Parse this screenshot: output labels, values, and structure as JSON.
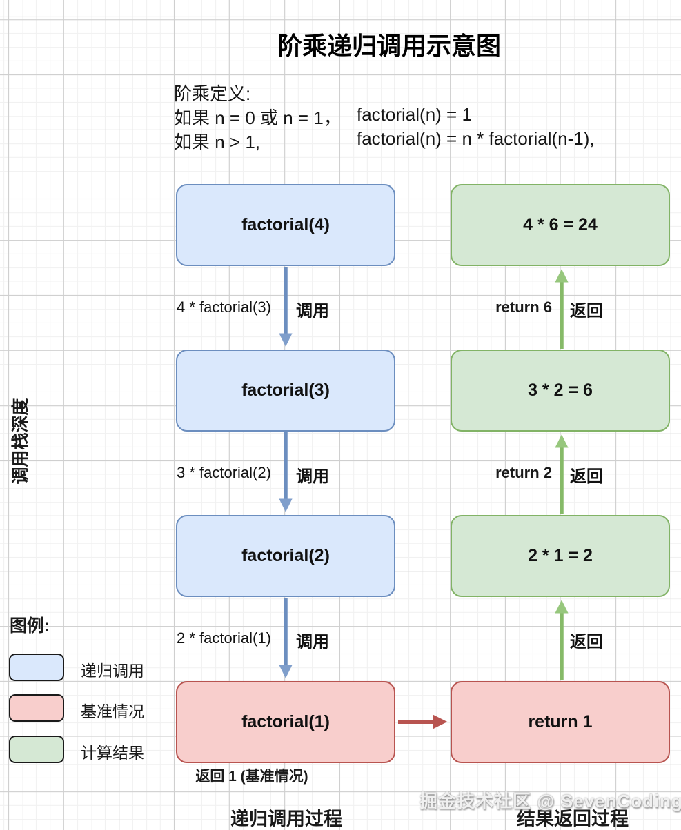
{
  "title": "阶乘递归调用示意图",
  "definition": {
    "heading": "阶乘定义:",
    "rows": [
      {
        "condition": "如果 n = 0 或 n = 1，",
        "formula": "factorial(n) = 1"
      },
      {
        "condition": "如果 n > 1,",
        "formula": "factorial(n) = n * factorial(n-1),"
      }
    ]
  },
  "axis_label": "调用栈深度",
  "call_column": {
    "boxes": [
      "factorial(4)",
      "factorial(3)",
      "factorial(2)",
      "factorial(1)"
    ],
    "arrow_labels": [
      {
        "expression": "4 * factorial(3)",
        "action": "调用"
      },
      {
        "expression": "3 * factorial(2)",
        "action": "调用"
      },
      {
        "expression": "2 * factorial(1)",
        "action": "调用"
      }
    ],
    "caption": "递归调用过程"
  },
  "return_column": {
    "boxes": [
      "4 * 6 = 24",
      "3 * 2 = 6",
      "2 * 1 = 2",
      "return 1"
    ],
    "arrow_labels": [
      {
        "expression": "return 6",
        "action": "返回"
      },
      {
        "expression": "return 2",
        "action": "返回"
      },
      {
        "action": "返回"
      }
    ],
    "caption": "结果返回过程"
  },
  "base_case_note": "返回 1 (基准情况)",
  "legend": {
    "heading": "图例:",
    "items": [
      {
        "label": "递归调用",
        "fill": "#dae8fc",
        "border": "#6c8ebf"
      },
      {
        "label": "基准情况",
        "fill": "#f8cecc",
        "border": "#b85450"
      },
      {
        "label": "计算结果",
        "fill": "#d5e8d4",
        "border": "#82b366"
      }
    ]
  },
  "watermark": "掘金技术社区 @ SevenCoding",
  "colors": {
    "call_arrow": "#6c8ebf",
    "return_arrow": "#86ba68",
    "base_case_arrow": "#b85450",
    "grid_major": "#cfcfcf",
    "grid_minor": "#f1f1f1"
  }
}
